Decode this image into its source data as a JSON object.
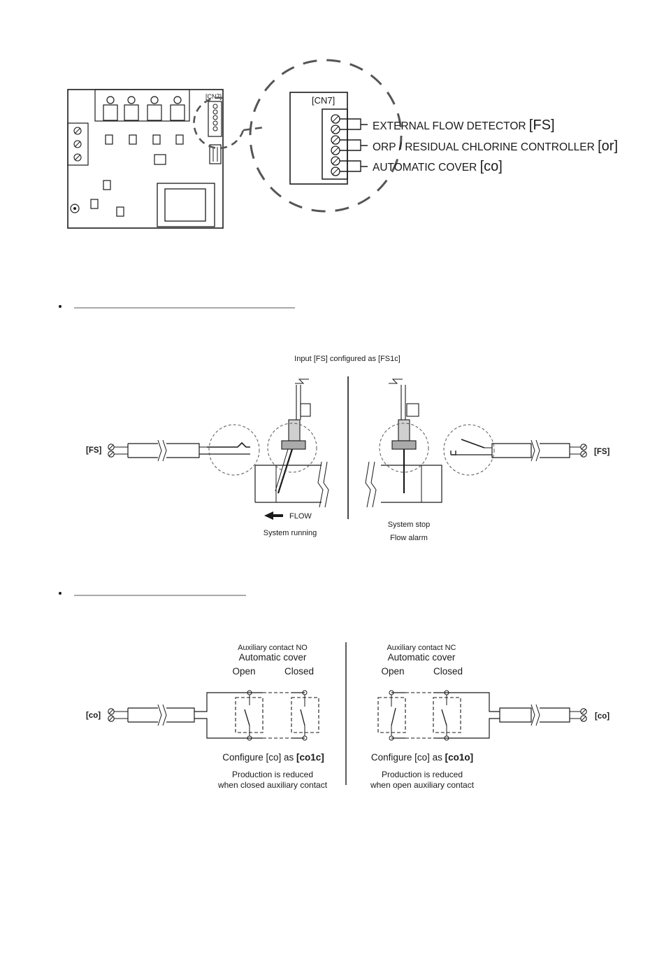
{
  "board": {
    "connector_label": "[CN7]",
    "terminals": [
      {
        "text": "EXTERNAL FLOW DETECTOR ",
        "code": "[FS]"
      },
      {
        "text": "ORP / RESIDUAL CHLORINE CONTROLLER ",
        "code": "[or]"
      },
      {
        "text": "AUTOMATIC COVER ",
        "code": "[co]"
      }
    ]
  },
  "flow_section": {
    "title": "Input [FS] configured as [FS1c]",
    "tag_left": "[FS]",
    "tag_right": "[FS]",
    "flow_label": "FLOW",
    "left_caption": "System running",
    "right_caption_1": "System stop",
    "right_caption_2": "Flow alarm"
  },
  "cover_section": {
    "tag_left": "[co]",
    "tag_right": "[co]",
    "left": {
      "contact": "Auxiliary contact NO",
      "title": "Automatic cover",
      "open": "Open",
      "closed": "Closed",
      "configure_prefix": "Configure [co] as ",
      "configure_code": "[co1c]",
      "note_1": "Production is reduced",
      "note_2": "when closed auxiliary contact"
    },
    "right": {
      "contact": "Auxiliary contact NC",
      "title": "Automatic cover",
      "open": "Open",
      "closed": "Closed",
      "configure_prefix": "Configure [co] as ",
      "configure_code": "[co1o]",
      "note_1": "Production is reduced",
      "note_2": "when open auxiliary contact"
    }
  }
}
